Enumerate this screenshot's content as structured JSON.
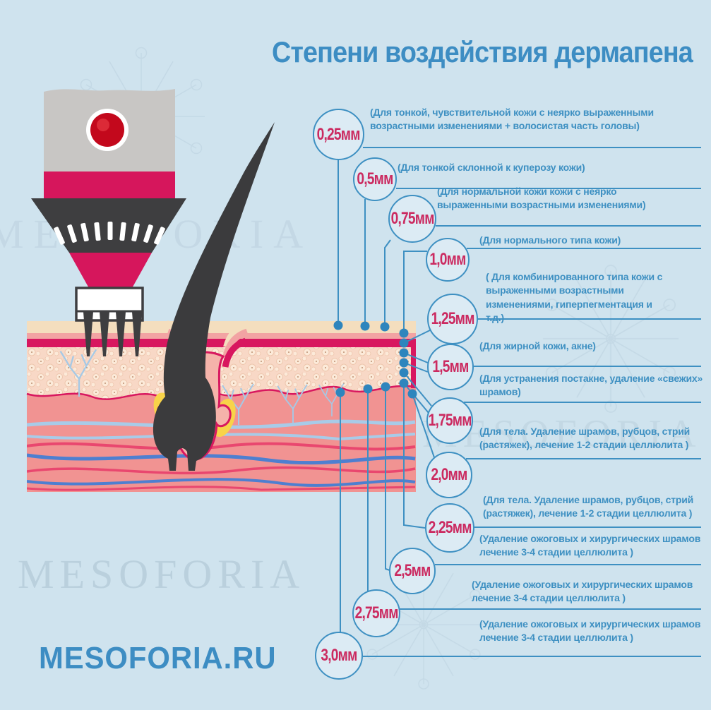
{
  "title": "Степени воздействия дермапена",
  "site_url": "MESOFORIA.RU",
  "watermark": {
    "text": "MESOFORIA"
  },
  "colors": {
    "background": "#cfe3ee",
    "accent_blue": "#3e90c2",
    "accent_crimson": "#cb2a60",
    "skin_crimson": "#d8175f",
    "marker_dot": "#2e85bd"
  },
  "levels": [
    {
      "depth": "0,25мм",
      "desc": "(Для тонкой, чувствительной кожи с неярко выраженными возрастными изменениями + волосистая часть головы)"
    },
    {
      "depth": "0,5мм",
      "desc": "(Для тонкой склонной к куперозу кожи)"
    },
    {
      "depth": "0,75мм",
      "desc": "(Для нормальной кожи кожи с неярко выраженными возрастными изменениями)"
    },
    {
      "depth": "1,0мм",
      "desc": "(Для нормального типа кожи)"
    },
    {
      "depth": "1,25мм",
      "desc": "( Для комбинированного типа кожи с выраженными возрастными изменениями, гиперпегментация и т.д.)"
    },
    {
      "depth": "1,5мм",
      "desc": "(Для жирной кожи, акне)"
    },
    {
      "depth": "1,75мм",
      "desc": "(Для устранения постакне, удаление «свежих» шрамов)"
    },
    {
      "depth": "2,0мм",
      "desc": "(Для тела. Удаление шрамов, рубцов, стрий (растяжек), лечение 1-2 стадии  целлюлита )"
    },
    {
      "depth": "2,25мм",
      "desc": "(Для тела. Удаление шрамов, рубцов, стрий (растяжек), лечение 1-2 стадии  целлюлита )"
    },
    {
      "depth": "2,5мм",
      "desc": "(Удаление ожоговых и хирургических шрамов лечение 3-4 стадии целлюлита )"
    },
    {
      "depth": "2,75мм",
      "desc": "(Удаление ожоговых и хирургических шрамов лечение 3-4 стадии целлюлита )"
    },
    {
      "depth": "3,0мм",
      "desc": "(Удаление ожоговых и хирургических шрамов лечение 3-4 стадии целлюлита )"
    }
  ]
}
